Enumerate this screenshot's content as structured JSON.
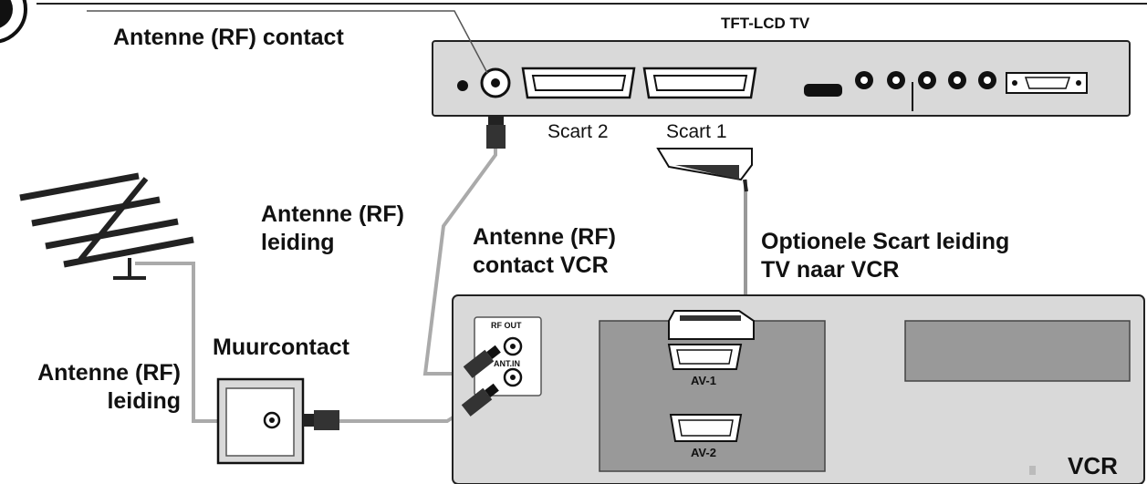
{
  "diagram": {
    "tv_title": "TFT-LCD TV",
    "vcr_title": "VCR",
    "labels": {
      "antenna_rf_contact": "Antenne (RF) contact",
      "antenna_cable_top_line1": "Antenne (RF)",
      "antenna_cable_top_line2": "leiding",
      "vcr_contact_line1": "Antenne (RF)",
      "vcr_contact_line2": "contact VCR",
      "scart_cable_line1": "Optionele Scart leiding",
      "scart_cable_line2": "TV naar VCR",
      "wall_socket": "Muurcontact",
      "antenna_cable_left_line1": "Antenne (RF)",
      "antenna_cable_left_line2": "leiding",
      "scart2": "Scart 2",
      "scart1": "Scart 1",
      "rf_out": "RF OUT",
      "ant_in": "ANT.IN",
      "av1": "AV-1",
      "av2": "AV-2"
    }
  }
}
